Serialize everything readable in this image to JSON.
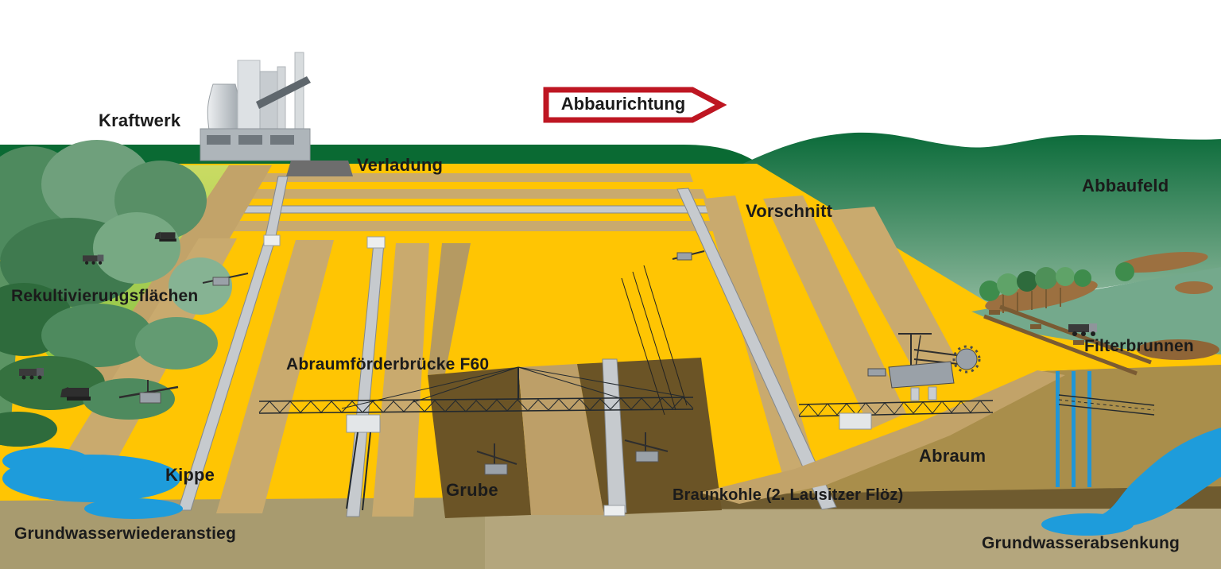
{
  "diagram": {
    "description": "Schematic of an open-pit lignite mine (Lusatia, Germany)",
    "sign": {
      "label": "Abbaurichtung"
    },
    "labels": {
      "kraftwerk": "Kraftwerk",
      "verladung": "Verladung",
      "vorschnitt": "Vorschnitt",
      "abbaufeld": "Abbaufeld",
      "rekultivierungsflaechen": "Rekultivierungsflächen",
      "abraumfoerderbruecke_f60": "Abraumförderbrücke F60",
      "filterbrunnen": "Filterbrunnen",
      "kippe": "Kippe",
      "grube": "Grube",
      "abraum": "Abraum",
      "braunkohle_floez": "Braunkohle (2. Lausitzer Flöz)",
      "grundwasserwiederanstieg": "Grundwasserwiederanstieg",
      "grundwasserabsenkung": "Grundwasserabsenkung"
    },
    "scene_elements": [
      "power-plant",
      "loading-pad",
      "overburden-conveyor-bridge-f60",
      "bucket-wheel-excavator",
      "spreaders",
      "bulldozers",
      "trucks",
      "conveyor-lines",
      "filter-well-pipes",
      "groundwater-left",
      "groundwater-right",
      "recultivated-fields",
      "trees",
      "green-hills",
      "coal-seam",
      "overburden-layer",
      "pit-channel"
    ],
    "colors": {
      "surface_yellow": "#FFC503",
      "stripe_tan": "#C9AA6E",
      "road_tan": "#C2A369",
      "pit_dark": "#6B5426",
      "abraum_olive": "#A98E4B",
      "coal_band": "#6F5B2F",
      "underground_left": "#A89B6F",
      "underground_right": "#B4A67D",
      "horizon_green": "#0A6A33",
      "hill_green_top": "#0E6B3A",
      "hill_green_bottom": "#8CB79B",
      "field_teal": "#74A98C",
      "water_blue": "#1E9CDB",
      "sign_red": "#BE1622",
      "conveyor_grey": "#C6CACE",
      "text": "#1B1B1B"
    }
  }
}
